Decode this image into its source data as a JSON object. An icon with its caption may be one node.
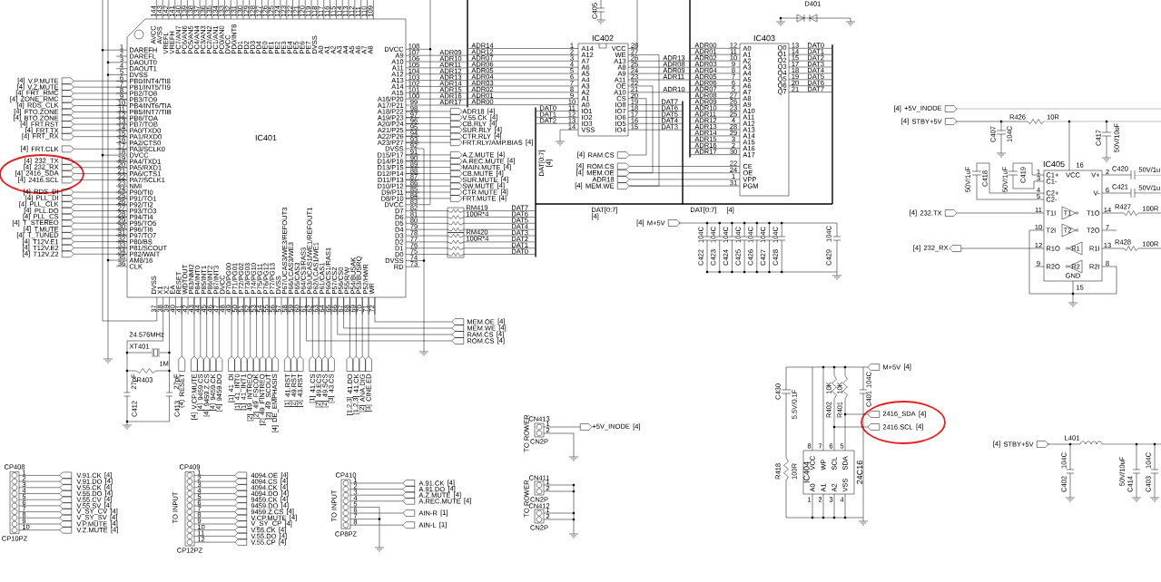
{
  "diagram": {
    "nodes": [
      {
        "text": [
          "IC401"
        ]
      },
      {
        "text": [
          "IC402"
        ]
      },
      {
        "text": [
          "IC403"
        ]
      },
      {
        "text": [
          "IC405"
        ]
      },
      {
        "text": [
          "IC404",
          "24C16"
        ]
      },
      {
        "text": [
          "CP408",
          "CP10PZ"
        ]
      },
      {
        "text": [
          "CP409",
          "CP12PZ"
        ]
      },
      {
        "text": [
          "CP410",
          "CP8PZ"
        ]
      },
      {
        "text": [
          "CN413",
          "CN2P"
        ]
      },
      {
        "text": [
          "CN411",
          "CN2P"
        ]
      },
      {
        "text": [
          "CN412",
          "CN2P"
        ]
      },
      {
        "text": [
          "V.P.MUTE"
        ]
      },
      {
        "text": [
          "V.Z.MUTE"
        ]
      },
      {
        "text": [
          "FRT_RMC"
        ]
      },
      {
        "text": [
          "ZONE_RMC"
        ]
      },
      {
        "text": [
          "RDS_CLK"
        ]
      },
      {
        "text": [
          "FTO.ZONE"
        ]
      },
      {
        "text": [
          "BTO.ZONE"
        ]
      },
      {
        "text": [
          "FRT.RST"
        ]
      },
      {
        "text": [
          "FRT.TX"
        ]
      },
      {
        "text": [
          "FRT_RX"
        ]
      },
      {
        "text": [
          "FRT.CLK"
        ]
      },
      {
        "text": [
          "232_TX"
        ]
      },
      {
        "text": [
          "232_RX"
        ]
      },
      {
        "text": [
          "2416_SDA"
        ]
      },
      {
        "text": [
          "2416.SCL"
        ]
      },
      {
        "text": [
          "RDS_DI"
        ]
      },
      {
        "text": [
          "PLL_DI"
        ]
      },
      {
        "text": [
          "PLL_CLK"
        ]
      },
      {
        "text": [
          "PLL.DO"
        ]
      },
      {
        "text": [
          "PLL_CS"
        ]
      },
      {
        "text": [
          "T_STEREO"
        ]
      },
      {
        "text": [
          "T.MUTE"
        ]
      },
      {
        "text": [
          "T_TUNED"
        ]
      },
      {
        "text": [
          "T12V.E1"
        ]
      },
      {
        "text": [
          "T12V.E2"
        ]
      },
      {
        "text": [
          "T12V.Z2"
        ]
      },
      {
        "text": [
          "RESET"
        ]
      },
      {
        "text": [
          "V.CP.MUTE"
        ]
      },
      {
        "text": [
          "9459.CS"
        ]
      },
      {
        "text": [
          "9459.Z.CS"
        ]
      },
      {
        "text": [
          "9459.CK"
        ]
      },
      {
        "text": [
          "9459.DO"
        ]
      },
      {
        "text": [
          "41_DI"
        ]
      },
      {
        "text": [
          "41_INT0"
        ]
      },
      {
        "text": [
          "41_INT1"
        ]
      },
      {
        "text": [
          "49_INTREQ"
        ]
      },
      {
        "text": [
          "49_FSCOK"
        ]
      },
      {
        "text": [
          "49_FINTREQ"
        ]
      },
      {
        "text": [
          "49_SCOUT"
        ]
      },
      {
        "text": [
          "DE_EMPHASIS"
        ]
      },
      {
        "text": [
          "41.RST"
        ]
      },
      {
        "text": [
          "49.RST"
        ]
      },
      {
        "text": [
          "43.RST"
        ]
      },
      {
        "text": [
          "41.CS"
        ]
      },
      {
        "text": [
          "49.ECS"
        ]
      },
      {
        "text": [
          "49.SCS"
        ]
      },
      {
        "text": [
          "43.CS"
        ]
      },
      {
        "text": [
          "41.DO"
        ]
      },
      {
        "text": [
          "41.CK"
        ]
      },
      {
        "text": [
          "ANA.DIG"
        ]
      },
      {
        "text": [
          "CINE.ED"
        ]
      },
      {
        "text": [
          "ADR18"
        ]
      },
      {
        "text": [
          "V.55.CK"
        ]
      },
      {
        "text": [
          "CB.RLY"
        ]
      },
      {
        "text": [
          "SUR.RLY"
        ]
      },
      {
        "text": [
          "CTR.RLY"
        ]
      },
      {
        "text": [
          "FRT.RLY/AMP.BIAS"
        ]
      },
      {
        "text": [
          "A.Z.MUTE"
        ]
      },
      {
        "text": [
          "A.REC.MUTE"
        ]
      },
      {
        "text": [
          "MAIN.MUTE"
        ]
      },
      {
        "text": [
          "CB.MUTE"
        ]
      },
      {
        "text": [
          "SUR.MUTE"
        ]
      },
      {
        "text": [
          "SW.MUTE"
        ]
      },
      {
        "text": [
          "CTR.MUTE"
        ]
      },
      {
        "text": [
          "FRT.MUTE"
        ]
      },
      {
        "text": [
          "MEM.OE"
        ]
      },
      {
        "text": [
          "MEM.WE"
        ]
      },
      {
        "text": [
          "RAM.CS"
        ]
      },
      {
        "text": [
          "ROM.CS"
        ]
      },
      {
        "text": [
          "RAM.CS"
        ]
      },
      {
        "text": [
          "ROM.CS"
        ]
      },
      {
        "text": [
          "MEM.OE"
        ]
      },
      {
        "text": [
          "ADR18"
        ]
      },
      {
        "text": [
          "MEM.WE"
        ]
      },
      {
        "text": [
          "M+5V"
        ]
      },
      {
        "text": [
          "+5V_INODE"
        ]
      },
      {
        "text": [
          "STBY+5V"
        ]
      },
      {
        "text": [
          "232.TX"
        ]
      },
      {
        "text": [
          "232_RX"
        ]
      },
      {
        "text": [
          "M+5V"
        ]
      },
      {
        "text": [
          "2416_SDA"
        ]
      },
      {
        "text": [
          "2416.SCL"
        ]
      },
      {
        "text": [
          "+5V_INODE"
        ]
      },
      {
        "text": [
          "STBY+5V"
        ]
      },
      {
        "text": [
          "V.91.CK"
        ]
      },
      {
        "text": [
          "V.91.DO"
        ]
      },
      {
        "text": [
          "V.55.CK"
        ]
      },
      {
        "text": [
          "V.55.DO"
        ]
      },
      {
        "text": [
          "V.55.CV"
        ]
      },
      {
        "text": [
          "V.55.SV"
        ]
      },
      {
        "text": [
          "V_SY_CV"
        ]
      },
      {
        "text": [
          "V_SY_SV"
        ]
      },
      {
        "text": [
          "V.P.MUTE"
        ]
      },
      {
        "text": [
          "V.Z.MUTE"
        ]
      },
      {
        "text": [
          "4094.OE"
        ]
      },
      {
        "text": [
          "4094.CS"
        ]
      },
      {
        "text": [
          "4094.CK"
        ]
      },
      {
        "text": [
          "4094.DO"
        ]
      },
      {
        "text": [
          "9459.CK"
        ]
      },
      {
        "text": [
          "9459.DO"
        ]
      },
      {
        "text": [
          "9459.Z.CS"
        ]
      },
      {
        "text": [
          "V.CP.MUTE"
        ]
      },
      {
        "text": [
          "V_SY_CP"
        ]
      },
      {
        "text": [
          "V.55.CK"
        ]
      },
      {
        "text": [
          "V.55.DO"
        ]
      },
      {
        "text": [
          "V.55.CP"
        ]
      },
      {
        "text": [
          "A.91.CK"
        ]
      },
      {
        "text": [
          "A.91.DO"
        ]
      },
      {
        "text": [
          "A.Z.MUTE"
        ]
      },
      {
        "text": [
          "A.REC.MUTE"
        ]
      },
      {
        "text": [
          "AIN-R"
        ]
      },
      {
        "text": [
          "AIN-L"
        ]
      }
    ],
    "edges": [
      {
        "from": 11,
        "to": 0,
        "arrow": "none"
      },
      {
        "from": 12,
        "to": 0,
        "arrow": "none"
      },
      {
        "from": 13,
        "to": 0,
        "arrow": "none"
      },
      {
        "from": 14,
        "to": 0,
        "arrow": "none"
      },
      {
        "from": 15,
        "to": 0,
        "arrow": "none"
      },
      {
        "from": 16,
        "to": 0,
        "arrow": "none"
      },
      {
        "from": 17,
        "to": 0,
        "arrow": "none"
      },
      {
        "from": 18,
        "to": 0,
        "arrow": "none"
      },
      {
        "from": 19,
        "to": 0,
        "arrow": "none"
      },
      {
        "from": 20,
        "to": 0,
        "arrow": "none"
      },
      {
        "from": 21,
        "to": 0,
        "arrow": "none"
      },
      {
        "from": 22,
        "to": 0,
        "arrow": "none"
      },
      {
        "from": 23,
        "to": 0,
        "arrow": "none"
      },
      {
        "from": 24,
        "to": 0,
        "arrow": "none"
      },
      {
        "from": 25,
        "to": 0,
        "arrow": "none"
      },
      {
        "from": 26,
        "to": 0,
        "arrow": "none"
      },
      {
        "from": 27,
        "to": 0,
        "arrow": "none"
      },
      {
        "from": 28,
        "to": 0,
        "arrow": "none"
      },
      {
        "from": 29,
        "to": 0,
        "arrow": "none"
      },
      {
        "from": 30,
        "to": 0,
        "arrow": "none"
      },
      {
        "from": 31,
        "to": 0,
        "arrow": "none"
      },
      {
        "from": 32,
        "to": 0,
        "arrow": "none"
      },
      {
        "from": 33,
        "to": 0,
        "arrow": "none"
      },
      {
        "from": 34,
        "to": 0,
        "arrow": "none"
      },
      {
        "from": 35,
        "to": 0,
        "arrow": "none"
      },
      {
        "from": 36,
        "to": 0,
        "arrow": "none"
      },
      {
        "from": 37,
        "to": 0,
        "arrow": "none"
      },
      {
        "from": 38,
        "to": 0,
        "arrow": "none"
      },
      {
        "from": 39,
        "to": 0,
        "arrow": "none"
      },
      {
        "from": 40,
        "to": 0,
        "arrow": "none"
      },
      {
        "from": 41,
        "to": 0,
        "arrow": "none"
      },
      {
        "from": 42,
        "to": 0,
        "arrow": "none"
      },
      {
        "from": 43,
        "to": 0,
        "arrow": "none"
      },
      {
        "from": 44,
        "to": 0,
        "arrow": "none"
      },
      {
        "from": 45,
        "to": 0,
        "arrow": "none"
      },
      {
        "from": 46,
        "to": 0,
        "arrow": "none"
      },
      {
        "from": 47,
        "to": 0,
        "arrow": "none"
      },
      {
        "from": 48,
        "to": 0,
        "arrow": "none"
      },
      {
        "from": 49,
        "to": 0,
        "arrow": "none"
      },
      {
        "from": 50,
        "to": 0,
        "arrow": "none"
      },
      {
        "from": 51,
        "to": 0,
        "arrow": "none"
      },
      {
        "from": 52,
        "to": 0,
        "arrow": "none"
      },
      {
        "from": 53,
        "to": 0,
        "arrow": "none"
      },
      {
        "from": 54,
        "to": 0,
        "arrow": "none"
      },
      {
        "from": 55,
        "to": 0,
        "arrow": "none"
      },
      {
        "from": 56,
        "to": 0,
        "arrow": "none"
      },
      {
        "from": 57,
        "to": 0,
        "arrow": "none"
      },
      {
        "from": 58,
        "to": 0,
        "arrow": "none"
      },
      {
        "from": 59,
        "to": 0,
        "arrow": "none"
      },
      {
        "from": 60,
        "to": 0,
        "arrow": "none"
      },
      {
        "from": 61,
        "to": 0,
        "arrow": "none"
      },
      {
        "from": 62,
        "to": 0,
        "arrow": "none"
      },
      {
        "from": 63,
        "to": 0,
        "arrow": "none"
      },
      {
        "from": 64,
        "to": 0,
        "arrow": "none"
      },
      {
        "from": 65,
        "to": 0,
        "arrow": "none"
      },
      {
        "from": 66,
        "to": 0,
        "arrow": "none"
      },
      {
        "from": 67,
        "to": 0,
        "arrow": "none"
      },
      {
        "from": 68,
        "to": 0,
        "arrow": "none"
      },
      {
        "from": 69,
        "to": 0,
        "arrow": "none"
      },
      {
        "from": 70,
        "to": 0,
        "arrow": "none"
      },
      {
        "from": 71,
        "to": 0,
        "arrow": "none"
      },
      {
        "from": 72,
        "to": 0,
        "arrow": "none"
      },
      {
        "from": 73,
        "to": 0,
        "arrow": "none"
      },
      {
        "from": 74,
        "to": 0,
        "arrow": "none"
      },
      {
        "from": 75,
        "to": 0,
        "arrow": "none"
      },
      {
        "from": 76,
        "to": 0,
        "arrow": "none"
      },
      {
        "from": 77,
        "to": 0,
        "arrow": "none"
      },
      {
        "from": 78,
        "to": 0,
        "arrow": "none"
      },
      {
        "from": 79,
        "to": 0,
        "arrow": "none"
      },
      {
        "from": 80,
        "to": 1,
        "arrow": "none"
      },
      {
        "from": 81,
        "to": 2,
        "arrow": "none"
      },
      {
        "from": 82,
        "to": 2,
        "arrow": "none"
      },
      {
        "from": 82,
        "to": 1,
        "arrow": "none"
      },
      {
        "from": 83,
        "to": 2,
        "arrow": "none"
      },
      {
        "from": 84,
        "to": 2,
        "arrow": "none"
      },
      {
        "from": 84,
        "to": 1,
        "arrow": "none"
      },
      {
        "from": 88,
        "to": 3,
        "arrow": "none"
      },
      {
        "from": 89,
        "to": 3,
        "arrow": "none"
      },
      {
        "from": 90,
        "to": 4,
        "arrow": "none"
      },
      {
        "from": 91,
        "to": 4,
        "arrow": "none"
      },
      {
        "from": 92,
        "to": 4,
        "arrow": "none"
      },
      {
        "from": 8,
        "to": 93,
        "arrow": "none"
      },
      {
        "from": 5,
        "to": 95,
        "arrow": "none"
      },
      {
        "from": 5,
        "to": 96,
        "arrow": "none"
      },
      {
        "from": 5,
        "to": 97,
        "arrow": "none"
      },
      {
        "from": 5,
        "to": 98,
        "arrow": "none"
      },
      {
        "from": 5,
        "to": 99,
        "arrow": "none"
      },
      {
        "from": 5,
        "to": 100,
        "arrow": "none"
      },
      {
        "from": 5,
        "to": 101,
        "arrow": "none"
      },
      {
        "from": 5,
        "to": 102,
        "arrow": "none"
      },
      {
        "from": 5,
        "to": 103,
        "arrow": "none"
      },
      {
        "from": 5,
        "to": 104,
        "arrow": "none"
      },
      {
        "from": 6,
        "to": 105,
        "arrow": "none"
      },
      {
        "from": 6,
        "to": 106,
        "arrow": "none"
      },
      {
        "from": 6,
        "to": 107,
        "arrow": "none"
      },
      {
        "from": 6,
        "to": 108,
        "arrow": "none"
      },
      {
        "from": 6,
        "to": 109,
        "arrow": "none"
      },
      {
        "from": 6,
        "to": 110,
        "arrow": "none"
      },
      {
        "from": 6,
        "to": 111,
        "arrow": "none"
      },
      {
        "from": 6,
        "to": 112,
        "arrow": "none"
      },
      {
        "from": 6,
        "to": 113,
        "arrow": "none"
      },
      {
        "from": 6,
        "to": 114,
        "arrow": "none"
      },
      {
        "from": 6,
        "to": 115,
        "arrow": "none"
      },
      {
        "from": 6,
        "to": 116,
        "arrow": "none"
      },
      {
        "from": 7,
        "to": 117,
        "arrow": "none"
      },
      {
        "from": 7,
        "to": 118,
        "arrow": "none"
      },
      {
        "from": 7,
        "to": 119,
        "arrow": "none"
      },
      {
        "from": 7,
        "to": 120,
        "arrow": "none"
      },
      {
        "from": 7,
        "to": 121,
        "arrow": "none"
      },
      {
        "from": 7,
        "to": 122,
        "arrow": "none"
      }
    ],
    "labels": [
      "DAREFH",
      "DAREFL",
      "DAOUT0",
      "DAOUT1",
      "DVSS",
      "PB0/INT4/TI8",
      "PB1/INT5/TI9",
      "PB2/TO8",
      "PB3/TO9",
      "PB4/INT6/TIA",
      "PB5/INT7/TIB",
      "PB6/TOA",
      "PB7/TOB",
      "PA0/TXD0",
      "PA1/RXD0",
      "PA2/CTS0",
      "PA3/SCLK0",
      "DVCC",
      "PA4/TXD1",
      "PA5/RXD1",
      "PA6/CTS1",
      "PA7/SCLK1",
      "NMI",
      "P90/TI0",
      "P91/TO1",
      "P92/TI2",
      "P93/TO3",
      "P94/TI4",
      "P95/TO5",
      "P96/TI6",
      "P97/TO7",
      "P80/BS",
      "P81/SCOUT",
      "P82/WAIT",
      "AM8/16",
      "CLK",
      "1",
      "2",
      "3",
      "4",
      "5",
      "6",
      "7",
      "8",
      "9",
      "10",
      "11",
      "12",
      "13",
      "14",
      "15",
      "16",
      "17",
      "18",
      "19",
      "20",
      "21",
      "22",
      "23",
      "24",
      "25",
      "26",
      "27",
      "28",
      "29",
      "30",
      "31",
      "32",
      "33",
      "34",
      "35",
      "36",
      "DVCC",
      "A9",
      "A10",
      "A11",
      "A12",
      "A13",
      "A14",
      "A15",
      "A16/P20",
      "A17/P21",
      "A18/P22",
      "A19/P23",
      "A20/P24",
      "A21/P25",
      "A22/P26",
      "A23/P27",
      "DVSS",
      "D15/P17",
      "D14/P16",
      "D13/P15",
      "D12/P14",
      "D11/P13",
      "D10/P12",
      "D9/P11",
      "D8/P10",
      "DVCC",
      "D7",
      "D6",
      "D5",
      "D4",
      "D3",
      "D2",
      "D1",
      "D0",
      "DVSS",
      "RD",
      "108",
      "107",
      "106",
      "105",
      "104",
      "103",
      "102",
      "101",
      "100",
      "99",
      "98",
      "97",
      "96",
      "95",
      "94",
      "93",
      "92",
      "91",
      "90",
      "89",
      "88",
      "87",
      "86",
      "85",
      "84",
      "83",
      "82",
      "81",
      "80",
      "79",
      "78",
      "77",
      "76",
      "75",
      "74",
      "73",
      "AVCC",
      "AVSS",
      "VREFL",
      "VREFH",
      "PC7/AN7",
      "PC6/AN6",
      "PC5/AN5",
      "PC4/AN4",
      "PC3/AN3",
      "PC2/AN2",
      "PC1/AN1",
      "PC0/AN0",
      "DVCC",
      "PD0/INT8",
      "PD1",
      "PD2",
      "PD3",
      "PD4",
      "PE0",
      "PE1",
      "PE2",
      "PE3",
      "PE4",
      "PE5",
      "PE6",
      "PE7",
      "DVSS",
      "A0",
      "A1",
      "A2",
      "A3",
      "A4",
      "A5",
      "A6",
      "A7",
      "A8",
      "144",
      "143",
      "142",
      "141",
      "140",
      "139",
      "138",
      "137",
      "136",
      "135",
      "134",
      "133",
      "132",
      "131",
      "130",
      "129",
      "128",
      "127",
      "126",
      "125",
      "124",
      "123",
      "122",
      "121",
      "120",
      "119",
      "118",
      "117",
      "116",
      "115",
      "114",
      "113",
      "112",
      "111",
      "110",
      "109",
      "DVSS",
      "X1",
      "X2",
      "EA",
      "RESET",
      "WDTOUT",
      "P83/NMI2",
      "P84/INT0",
      "P85/INT1",
      "P86/INT2",
      "P87/INT3",
      "DVCC",
      "P70/PG00",
      "P71/PG01",
      "P72/PG02",
      "P73/PG03",
      "P74/PG10",
      "P75/PG11",
      "P76/PG12",
      "P77/PG13",
      "DVSS",
      "P67/UCAS3/WE3/REFOUT3",
      "P66/LCAS3/WE3",
      "P65/CAS3",
      "P64/CS3/RAS3",
      "P63/UCAS1/WE1/REFOUT1",
      "P62/LCAS1/WE1",
      "P61/CAS1",
      "P60/CS1/RAS1",
      "P57/CS2",
      "P56/CS0",
      "P55/R/W",
      "P54/BUSAK",
      "P53/BUSRQ",
      "P52/HWR",
      "WR",
      "37",
      "38",
      "39",
      "40",
      "41",
      "42",
      "43",
      "44",
      "45",
      "46",
      "47",
      "48",
      "49",
      "50",
      "51",
      "52",
      "53",
      "54",
      "55",
      "56",
      "57",
      "58",
      "59",
      "60",
      "61",
      "62",
      "63",
      "64",
      "65",
      "66",
      "67",
      "68",
      "69",
      "70",
      "71",
      "72",
      "A14",
      "A12",
      "A7",
      "A6",
      "A5",
      "A4",
      "A3",
      "A2",
      "A1",
      "A0",
      "IO1",
      "IO2",
      "IO3",
      "VSS",
      "1",
      "2",
      "3",
      "4",
      "5",
      "6",
      "7",
      "8",
      "9",
      "10",
      "11",
      "12",
      "13",
      "14",
      "VCC",
      "WE",
      "A13",
      "A8",
      "A9",
      "A11",
      "OE",
      "A10",
      "CS",
      "IO8",
      "IO7",
      "IO6",
      "IO5",
      "IO4",
      "28",
      "27",
      "26",
      "25",
      "24",
      "23",
      "22",
      "21",
      "20",
      "19",
      "18",
      "17",
      "16",
      "15",
      "A0",
      "A1",
      "A2",
      "A3",
      "A4",
      "A5",
      "A6",
      "A7",
      "A8",
      "A9",
      "A10",
      "A11",
      "A12",
      "A13",
      "A14",
      "A15",
      "A16",
      "A17",
      "CE",
      "OE",
      "VPP",
      "PGM",
      "12",
      "11",
      "10",
      "9",
      "8",
      "7",
      "6",
      "5",
      "27",
      "26",
      "23",
      "25",
      "4",
      "28",
      "29",
      "3",
      "2",
      "30",
      "22",
      "24",
      "1",
      "31",
      "Q0",
      "Q1",
      "Q2",
      "Q3",
      "Q4",
      "Q5",
      "Q6",
      "Q7",
      "13",
      "14",
      "15",
      "17",
      "18",
      "19",
      "20",
      "21",
      "DAT0",
      "DAT1",
      "DAT2",
      "DAT3",
      "DAT4",
      "DAT5",
      "DAT6",
      "DAT7",
      "ADR00",
      "ADR01",
      "ADR02",
      "ADR03",
      "ADR04",
      "ADR05",
      "ADR06",
      "ADR07",
      "ADR08",
      "ADR09",
      "ADR10",
      "ADR11",
      "ADR12",
      "ADR13",
      "ADR14",
      "ADR15",
      "ADR16",
      "ADR17",
      "ADR13",
      "ADR08",
      "ADR09",
      "ADR11",
      "ADR10",
      "ADR09",
      "ADR10",
      "ADR11",
      "ADR12",
      "ADR13",
      "ADR14",
      "ADR15",
      "ADR16",
      "ADR17",
      "ADR14",
      "ADR12",
      "ADR07",
      "ADR06",
      "ADR05",
      "ADR04",
      "ADR03",
      "ADR02",
      "ADR01",
      "ADR00",
      "DAT0",
      "DAT1",
      "DAT2",
      "DAT7",
      "DAT6",
      "DAT5",
      "DAT4",
      "DAT3",
      "DAT7",
      "DAT6",
      "DAT5",
      "DAT4",
      "DAT3",
      "DAT2",
      "DAT1",
      "DAT0",
      "1",
      "2",
      "3",
      "4",
      "5",
      "6",
      "7",
      "8",
      "9",
      "10",
      "1",
      "2",
      "3",
      "4",
      "5",
      "6",
      "7",
      "8",
      "9",
      "10",
      "11",
      "12",
      "1",
      "2",
      "3",
      "4",
      "5",
      "6",
      "7",
      "8",
      "1",
      "2",
      "1",
      "2",
      "1",
      "2",
      "RM419",
      "100R*4",
      "RM420",
      "100R*4",
      "DAT[0:7]",
      "[4]",
      "DAT[0:7]",
      "[4]",
      "DAT[0:7]",
      "[4]",
      "C405",
      "D401",
      "104C",
      "104C",
      "104C",
      "104C",
      "104C",
      "104C",
      "104C",
      "C422",
      "C423",
      "C424",
      "C425",
      "C426",
      "C427",
      "C428",
      "104C",
      "C429",
      "R426",
      "10R",
      "C407",
      "104C",
      "C417",
      "50V/10uF",
      "50V/1uF",
      "C418",
      "50V/1uF",
      "C419",
      "C420",
      "50V/1u",
      "C421",
      "50V/1u",
      "R427",
      "100R",
      "R428",
      "100R",
      "C1+",
      "VCC",
      "V+",
      "C1-",
      "C2+",
      "V-",
      "C2-",
      "T1I",
      "T1O",
      "T2I",
      "T2O",
      "R1O",
      "R1I",
      "R2O",
      "R2I",
      "GND",
      "T1",
      "T2",
      "R1",
      "R2",
      "16",
      "1",
      "3",
      "4",
      "5",
      "2",
      "6",
      "11",
      "14",
      "10",
      "7",
      "12",
      "13",
      "9",
      "8",
      "15",
      "24.576MHz",
      "XT401",
      "R403",
      "1M",
      "27pF",
      "C412",
      "27pF",
      "C413",
      "C430",
      "5.5V/0.1F",
      "R418",
      "100R",
      "10K",
      "10K",
      "R402",
      "R401",
      "104C",
      "C401",
      "8",
      "7",
      "6",
      "5",
      "VCC",
      "WP",
      "SCL",
      "SDA",
      "A0",
      "A1",
      "A2",
      "VSS",
      "1",
      "2",
      "3",
      "4",
      "L401",
      "104C",
      "C402",
      "50V/10uF",
      "C414",
      "104C",
      "C403",
      "TO INPUT",
      "TO INPUT",
      "TO ROWER",
      "TO ROWER",
      "[4]",
      "[4]",
      "[4]",
      "[4]",
      "[4]",
      "[4]",
      "[4]",
      "[4]",
      "[4]",
      "[4]",
      "[4]",
      "[4]",
      "[4]",
      "[4]",
      "[4]",
      "[4]",
      "[4]",
      "[4]",
      "[4]",
      "[4]",
      "[4]",
      "[4]",
      "[4]",
      "[4]",
      "[4]",
      "[4]",
      "(4)",
      "[4]",
      "[4]",
      "[4]",
      "[4]",
      "[4]",
      "[1]",
      "[1]",
      "[1]",
      "[2]",
      "[2]",
      "[2]",
      "[2]",
      "[4]",
      "[1]",
      "[2]",
      "[3]",
      "[1]",
      "[2]",
      "[2]",
      "[3]",
      "[1,2,3]",
      "[1,2,3]",
      "[2]",
      "[3]",
      "[4]",
      "[4]",
      "[4]",
      "[4]",
      "[4]",
      "[4]",
      "[4]",
      "[4]",
      "[4]",
      "[4]",
      "[4]",
      "[4]",
      "[4]",
      "[4]",
      "[4]",
      "[4]",
      "[4]",
      "[4]",
      "[4]",
      "[4]",
      "[4]",
      "[4]",
      "[4]",
      "[4]",
      "[4]",
      "[4]",
      "[4]",
      "[4]",
      "[4]",
      "[4]",
      "[4]",
      "[4]",
      "[4]",
      "[4]",
      "[4]",
      "[4]",
      "[4]",
      "[4]",
      "[4]",
      "[4]",
      "[4]",
      "[4]",
      "[4]",
      "[4]",
      "[4]",
      "[4]",
      "[4]",
      "[4]",
      "[4]",
      "[4]",
      "[4]",
      "[4]",
      "[4]",
      "[4]",
      "[4]",
      "[4]",
      "[4]",
      "[4]",
      "[1]",
      "[1]"
    ]
  }
}
